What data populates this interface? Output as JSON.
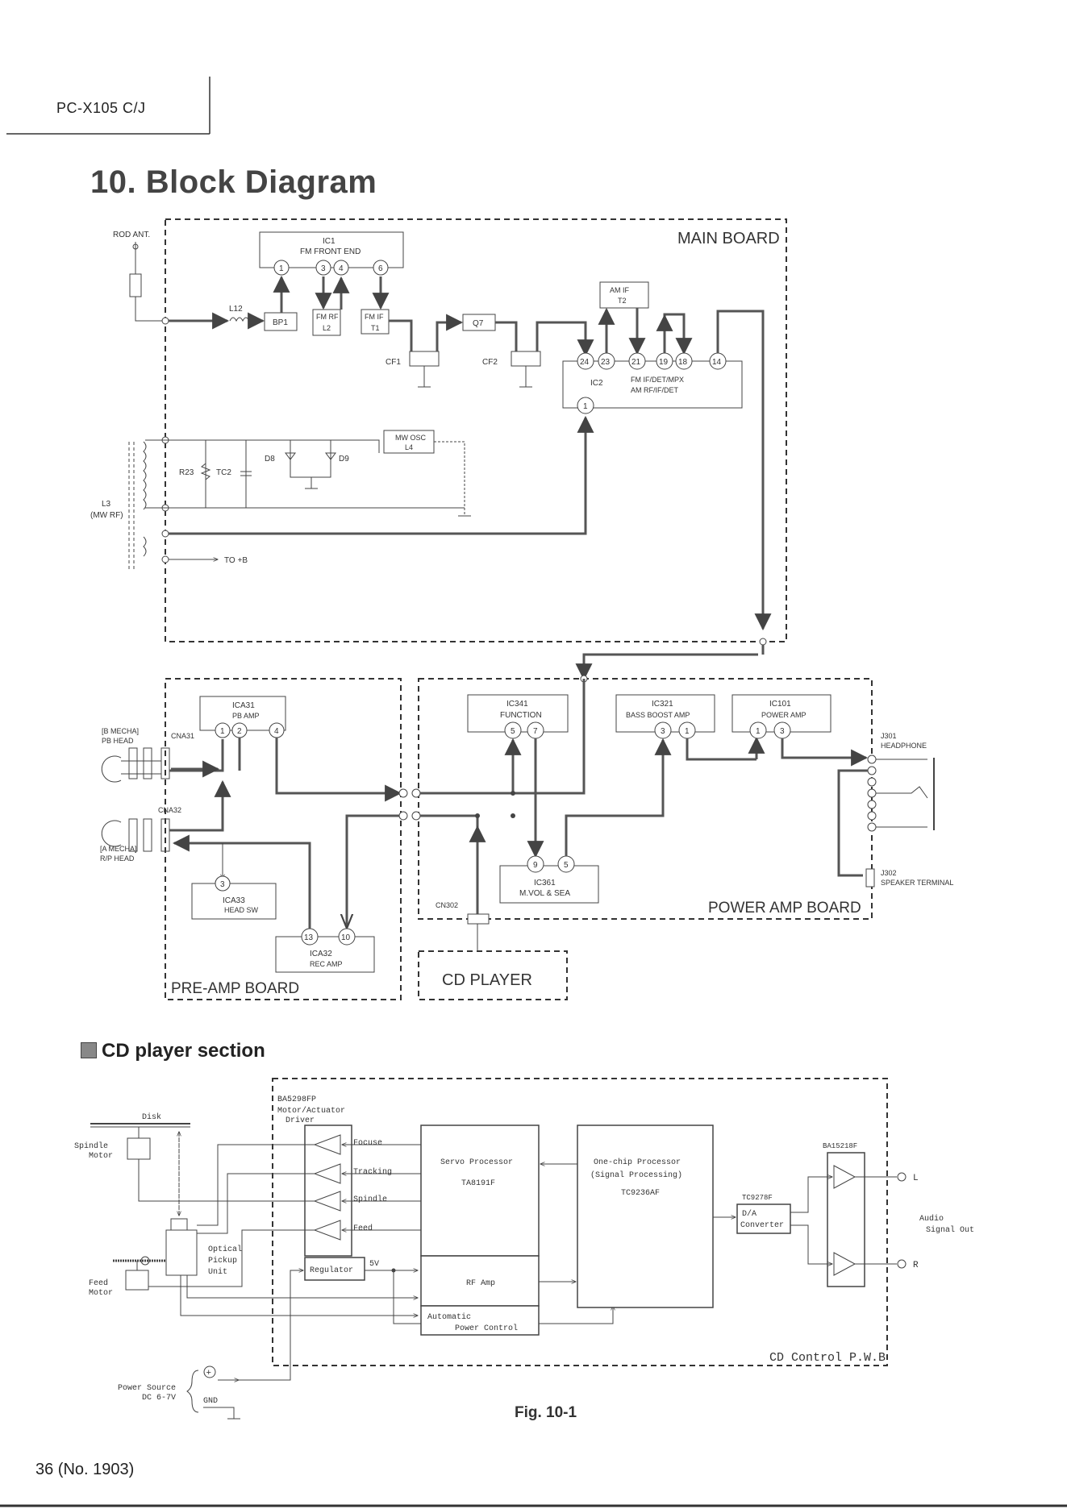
{
  "header": {
    "model": "PC-X105 C/J",
    "title": "10.  Block Diagram"
  },
  "main_board": {
    "board_label": "MAIN BOARD",
    "rod_ant": "ROD ANT.",
    "ic1_name": "IC1",
    "ic1_desc": "FM FRONT END",
    "ic1_pins": [
      "1",
      "3",
      "4",
      "6"
    ],
    "l12": "L12",
    "bp1": "BP1",
    "fm_rf_1": "FM RF",
    "fm_rf_2": "L2",
    "fm_if_1": "FM IF",
    "fm_if_2": "T1",
    "q7": "Q7",
    "cf1": "CF1",
    "cf2": "CF2",
    "am_if_1": "AM IF",
    "am_if_2": "T2",
    "ic2_pins": [
      "24",
      "23",
      "21",
      "19",
      "18",
      "14"
    ],
    "ic2_pin1": "1",
    "ic2_name": "IC2",
    "ic2_desc1": "FM IF/DET/MPX",
    "ic2_desc2": "AM RF/IF/DET",
    "mw_osc_1": "MW OSC",
    "mw_osc_2": "L4",
    "r23": "R23",
    "tc2": "TC2",
    "d8": "D8",
    "d9": "D9",
    "l3_1": "L3",
    "l3_2": "(MW RF)",
    "to_b": "TO +B"
  },
  "pre_amp": {
    "board_label": "PRE-AMP BOARD",
    "ica31_name": "ICA31",
    "ica31_desc": "PB AMP",
    "ica31_pins": [
      "1",
      "2",
      "4"
    ],
    "cna31": "CNA31",
    "cna32": "CNA32",
    "b_mecha_1": "[B MECHA]",
    "b_mecha_2": "PB HEAD",
    "a_mecha_1": "[A MECHA]",
    "a_mecha_2": "R/P HEAD",
    "ica33_pin": "3",
    "ica33_name": "ICA33",
    "ica33_desc": "HEAD SW",
    "ica32_pins": [
      "13",
      "10"
    ],
    "ica32_name": "ICA32",
    "ica32_desc": "REC AMP"
  },
  "power_amp": {
    "board_label": "POWER AMP BOARD",
    "ic341_name": "IC341",
    "ic341_desc": "FUNCTION",
    "ic341_pins": [
      "5",
      "7"
    ],
    "ic321_name": "IC321",
    "ic321_desc": "BASS BOOST AMP",
    "ic321_pins": [
      "3",
      "1"
    ],
    "ic101_name": "IC101",
    "ic101_desc": "POWER AMP",
    "ic101_pins": [
      "1",
      "3"
    ],
    "ic361_pins": [
      "9",
      "5"
    ],
    "ic361_name": "IC361",
    "ic361_desc": "M.VOL & SEA",
    "cn302": "CN302",
    "j301": "J301",
    "headphone": "HEADPHONE",
    "j302": "J302",
    "speaker": "SPEAKER TERMINAL"
  },
  "cd_player_box": "CD PLAYER",
  "cd_section": {
    "heading": "CD player section",
    "driver_1": "BA5298FP",
    "driver_2": "Motor/Actuator",
    "driver_3": "Driver",
    "focuse": "Focuse",
    "tracking": "Tracking",
    "spindle": "Spindle",
    "feed": "Feed",
    "regulator": "Regulator",
    "v5": "5V",
    "servo_1": "Servo Processor",
    "servo_2": "TA8191F",
    "rf_amp": "RF Amp",
    "apc_1": "Automatic",
    "apc_2": "Power Control",
    "onechip_1": "One-chip Processor",
    "onechip_2": "(Signal Processing)",
    "onechip_3": "TC9236AF",
    "dac_chip": "TC9278F",
    "dac_1": "D/A",
    "dac_2": "Converter",
    "ba15218f": "BA15218F",
    "out_l": "L",
    "out_r": "R",
    "audio_1": "Audio",
    "audio_2": "Signal Out",
    "disk": "Disk",
    "spindle_motor_1": "Spindle",
    "spindle_motor_2": "Motor",
    "optical_1": "Optical",
    "optical_2": "Pickup",
    "optical_3": "Unit",
    "feed_motor_1": "Feed",
    "feed_motor_2": "Motor",
    "power_1": "Power Source",
    "power_2": "DC 6-7V",
    "plus": "+",
    "gnd": "GND",
    "pwb": "CD Control P.W.B"
  },
  "figure": "Fig. 10-1",
  "footer": "36 (No. 1903)"
}
